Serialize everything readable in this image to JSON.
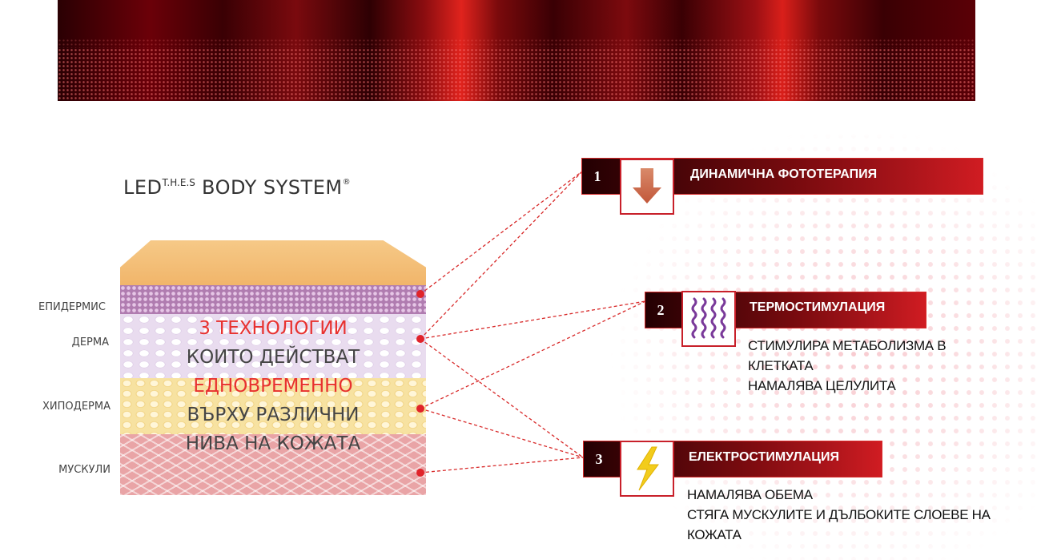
{
  "brand": {
    "led": "LED",
    "thes": "T.H.E.S",
    "body_system": " BODY SYSTEM",
    "reg": "®"
  },
  "skin_layers": {
    "epidermis": "ЕПИДЕРМИС",
    "dermis": "ДЕРМА",
    "hypodermis": "ХИПОДЕРМА",
    "muscles": "МУСКУЛИ"
  },
  "skin_text": {
    "line1": "3 ТЕХНОЛОГИИ",
    "line2": "КОИТО ДЕЙСТВАТ",
    "line3": "ЕДНОВРЕМЕННО",
    "line4": "ВЪРХУ РАЗЛИЧНИ",
    "line5": "НИВА НА КОЖАТА"
  },
  "technologies": [
    {
      "number": "1",
      "title": "ДИНАМИЧНА ФОТОТЕРАПИЯ",
      "icon": "arrow-down-icon",
      "desc": []
    },
    {
      "number": "2",
      "title": "ТЕРМОСТИМУЛАЦИЯ",
      "icon": "wavy-lines-icon",
      "desc": [
        "СТИМУЛИРА МЕТАБОЛИЗМА В",
        "КЛЕТКАТА",
        "НАМАЛЯВА ЦЕЛУЛИТА"
      ]
    },
    {
      "number": "3",
      "title": "ЕЛЕКТРОСТИМУЛАЦИЯ",
      "icon": "lightning-icon",
      "desc": [
        "НАМАЛЯВА ОБЕМА",
        "СТЯГА МУСКУЛИТЕ И ДЪЛБОКИТЕ СЛОЕВЕ НА",
        "КОЖАТА"
      ]
    }
  ],
  "colors": {
    "accent_red": "#e8312f",
    "dark_red": "#7b0b0f",
    "connector": "#d82a2a"
  }
}
